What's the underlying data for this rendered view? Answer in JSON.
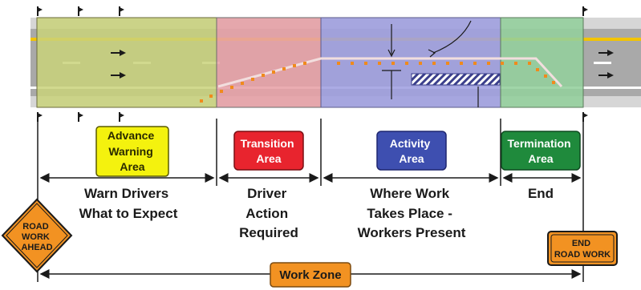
{
  "areas": [
    {
      "key": "advance",
      "badge_lines": [
        "Advance",
        "Warning",
        "Area"
      ],
      "desc_lines": [
        "Warn Drivers",
        "What to Expect"
      ],
      "badge_fill": "#f4f20e",
      "badge_text_color": "#2a2a00",
      "shade": "#c9d27a"
    },
    {
      "key": "transition",
      "badge_lines": [
        "Transition",
        "Area"
      ],
      "desc_lines": [
        "Driver",
        "Action",
        "Required"
      ],
      "badge_fill": "#e8242e",
      "badge_text_color": "#ffffff",
      "shade": "#e7a0a6"
    },
    {
      "key": "activity",
      "badge_lines": [
        "Activity",
        "Area"
      ],
      "desc_lines": [
        "Where Work",
        "Takes Place -",
        "Workers Present"
      ],
      "badge_fill": "#3e4fb0",
      "badge_text_color": "#ffffff",
      "shade": "#9f9fe0"
    },
    {
      "key": "termination",
      "badge_lines": [
        "Termination",
        "Area"
      ],
      "desc_lines": [
        "End"
      ],
      "badge_fill": "#1f8a3c",
      "badge_text_color": "#ffffff",
      "shade": "#93cf9c"
    }
  ],
  "road_work_ahead_sign": {
    "lines": [
      "ROAD",
      "WORK",
      "AHEAD"
    ],
    "color": "#f29222"
  },
  "end_road_work_sign": {
    "lines": [
      "END",
      "ROAD WORK"
    ],
    "color": "#f29222"
  },
  "work_zone": {
    "label": "Work Zone",
    "color": "#f29222"
  },
  "colors": {
    "road": "#a9a9a9",
    "road_edge": "#d6d6d6",
    "yellow_line": "#f3c400",
    "white_line": "#ffffff",
    "cone": "#f08a1c"
  }
}
